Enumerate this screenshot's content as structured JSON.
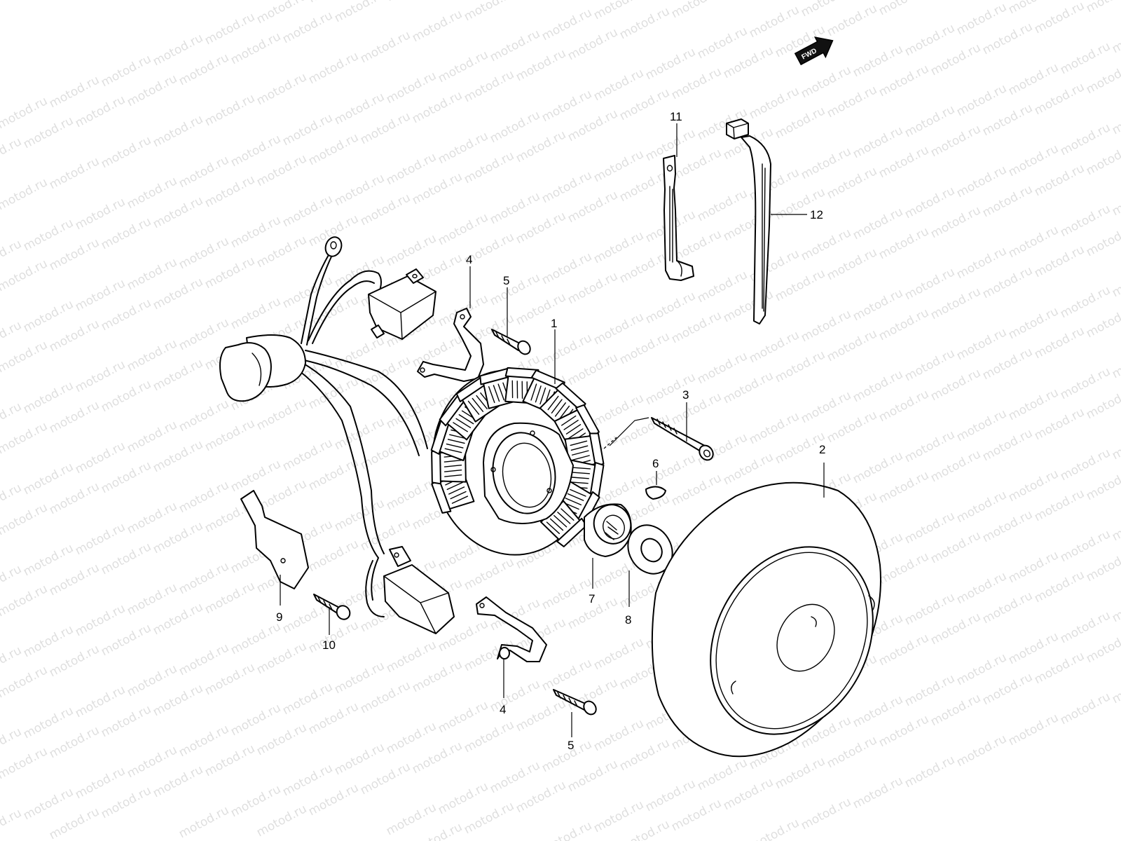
{
  "watermark": "motod.ru",
  "fwd_label": "FWD",
  "callouts": [
    {
      "id": "c1",
      "text": "1"
    },
    {
      "id": "c2",
      "text": "2"
    },
    {
      "id": "c3",
      "text": "3"
    },
    {
      "id": "c4a",
      "text": "4"
    },
    {
      "id": "c4b",
      "text": "4"
    },
    {
      "id": "c5a",
      "text": "5"
    },
    {
      "id": "c5b",
      "text": "5"
    },
    {
      "id": "c6",
      "text": "6"
    },
    {
      "id": "c7",
      "text": "7"
    },
    {
      "id": "c8",
      "text": "8"
    },
    {
      "id": "c9",
      "text": "9"
    },
    {
      "id": "c10",
      "text": "10"
    },
    {
      "id": "c11",
      "text": "11"
    },
    {
      "id": "c12",
      "text": "12"
    }
  ],
  "colors": {
    "line": "#000000",
    "background": "#ffffff",
    "watermark": "#000000"
  }
}
